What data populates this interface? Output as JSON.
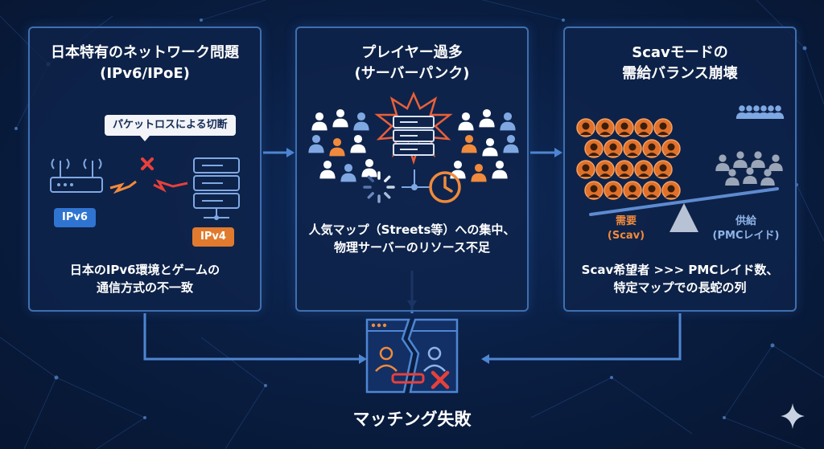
{
  "colors": {
    "accent_blue": "#3f6fb0",
    "accent_orange": "#f08a3c",
    "alert_red": "#e8403a",
    "text_light": "#ffffff"
  },
  "panels": [
    {
      "title_lines": [
        "日本特有のネットワーク問題",
        "(IPv6/IPoE)"
      ],
      "callout": "パケットロスによる切断",
      "tags": [
        "IPv6",
        "IPv4"
      ],
      "description": [
        "日本のIPv6環境とゲームの",
        "通信方式の不一致"
      ]
    },
    {
      "title_lines": [
        "プレイヤー過多",
        "(サーバーパンク)"
      ],
      "description": [
        "人気マップ（Streets等）への集中、",
        "物理サーバーのリソース不足"
      ]
    },
    {
      "title_lines": [
        "Scavモードの",
        "需給バランス崩壊"
      ],
      "demand_label": [
        "需要",
        "(Scav)"
      ],
      "supply_label": [
        "供給",
        "(PMCレイド)"
      ],
      "description": [
        "Scav希望者 >>> PMCレイド数、",
        "特定マップでの長蛇の列"
      ]
    }
  ],
  "result": {
    "label": "マッチング失敗"
  },
  "icons": [
    "router-icon",
    "server-icon",
    "broken-link-icon",
    "player-crowd-icon",
    "loading-spinner-icon",
    "clock-icon",
    "balance-scale-icon",
    "broken-window-icon",
    "sparkle-icon"
  ]
}
